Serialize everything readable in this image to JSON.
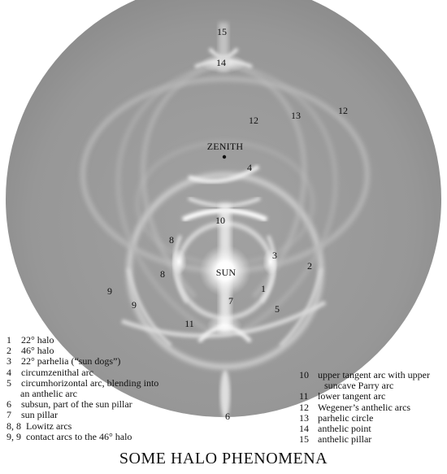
{
  "labels": {
    "zenith": "ZENITH",
    "sun": "SUN"
  },
  "numbers": {
    "n15": "15",
    "n14": "14",
    "n12a": "12",
    "n13": "13",
    "n12b": "12",
    "n4": "4",
    "n10": "10",
    "n8a": "8",
    "n3": "3",
    "n2": "2",
    "n8b": "8",
    "n1": "1",
    "n9a": "9",
    "n7": "7",
    "n9b": "9",
    "n5": "5",
    "n11": "11",
    "n6": "6"
  },
  "legend_left": [
    {
      "key": "1",
      "text": "22° halo"
    },
    {
      "key": "2",
      "text": "46° halo"
    },
    {
      "key": "3",
      "text": "22° parhelia (“sun dogs”)"
    },
    {
      "key": "4",
      "text": "circumzenithal arc"
    },
    {
      "key": "5",
      "text": "circumhorizontal arc, blending into",
      "cont": "an anthelic arc"
    },
    {
      "key": "6",
      "text": "subsun, part of the sun pillar"
    },
    {
      "key": "7",
      "text": "sun pillar"
    },
    {
      "key": "8, 8",
      "text": "Lowitz arcs"
    },
    {
      "key": "9, 9",
      "text": "contact arcs to the 46° halo"
    }
  ],
  "legend_right": [
    {
      "key": "10",
      "text": "upper tangent arc with upper",
      "cont": "suncave Parry arc"
    },
    {
      "key": "11",
      "text": "lower tangent arc"
    },
    {
      "key": "12",
      "text": "Wegener’s anthelic arcs"
    },
    {
      "key": "13",
      "text": "parhelic circle"
    },
    {
      "key": "14",
      "text": "anthelic point"
    },
    {
      "key": "15",
      "text": "anthelic pillar"
    }
  ],
  "title": "SOME HALO PHENOMENA",
  "colors": {
    "sky": "#9a9a9a",
    "halo": "#ffffff",
    "text": "#111111"
  }
}
